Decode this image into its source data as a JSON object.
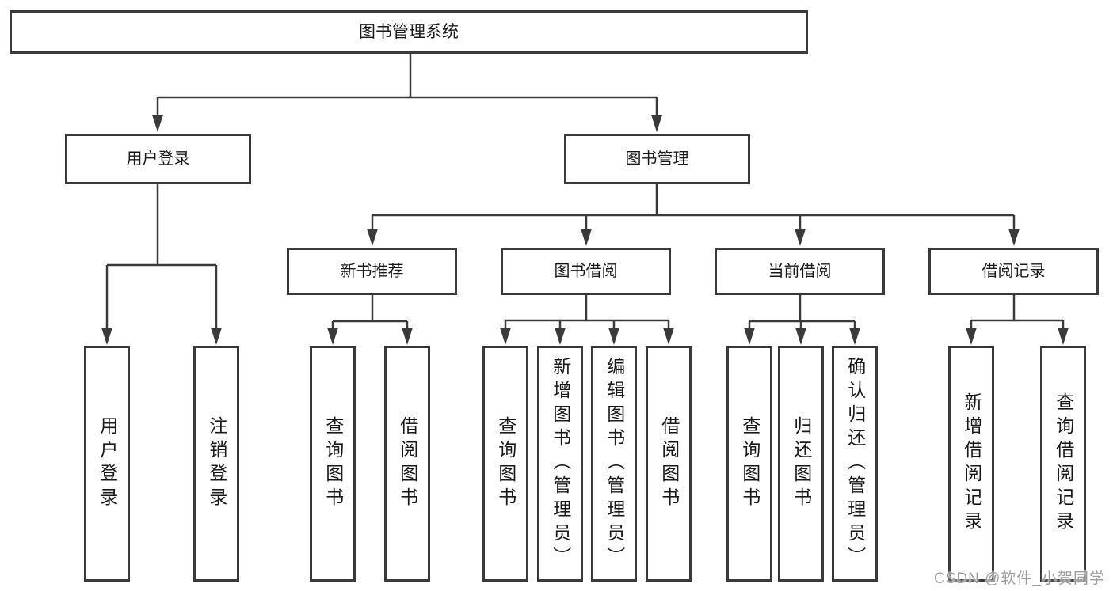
{
  "diagram": {
    "root": {
      "label": "图书管理系统"
    },
    "branches": [
      {
        "label": "用户登录",
        "children": [
          {
            "label": "用户登录"
          },
          {
            "label": "注销登录"
          }
        ]
      },
      {
        "label": "图书管理",
        "children": [
          {
            "label": "新书推荐",
            "children": [
              {
                "label": "查询图书"
              },
              {
                "label": "借阅图书"
              }
            ]
          },
          {
            "label": "图书借阅",
            "children": [
              {
                "label": "查询图书"
              },
              {
                "label": "新增图书（管理员）"
              },
              {
                "label": "编辑图书（管理员）"
              },
              {
                "label": "借阅图书"
              }
            ]
          },
          {
            "label": "当前借阅",
            "children": [
              {
                "label": "查询图书"
              },
              {
                "label": "归还图书"
              },
              {
                "label": "确认归还（管理员）"
              }
            ]
          },
          {
            "label": "借阅记录",
            "children": [
              {
                "label": "新增借阅记录"
              },
              {
                "label": "查询借阅记录"
              }
            ]
          }
        ]
      }
    ]
  },
  "watermark": {
    "text": "CSDN @软件_小贺同学",
    "color": "#9c9c9c"
  },
  "colors": {
    "line": "#3a3a3a",
    "box_border": "#3a3a3a",
    "box_fill": "#ffffff",
    "text": "#1a1a1a",
    "background": "#ffffff"
  }
}
